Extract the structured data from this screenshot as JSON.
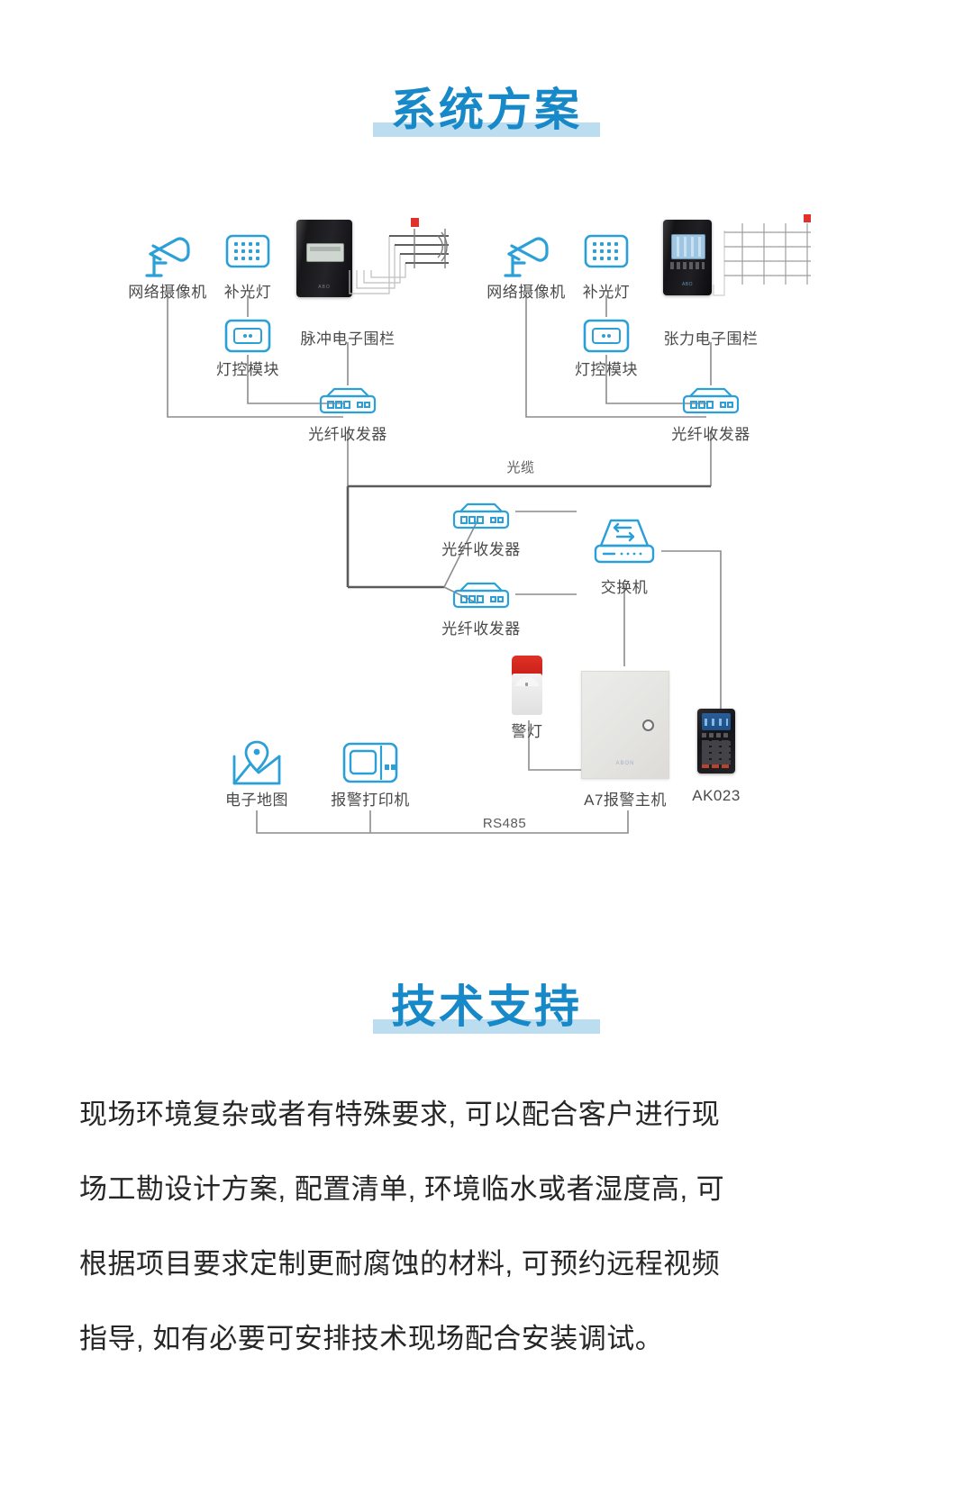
{
  "sections": {
    "system": {
      "title": "系统方案"
    },
    "support": {
      "title": "技术支持",
      "paragraph_lines": [
        "现场环境复杂或者有特殊要求, 可以配合客户进行现",
        "场工勘设计方案, 配置清单, 环境临水或者湿度高, 可",
        "根据项目要求定制更耐腐蚀的材料, 可预约远程视频",
        "指导, 如有必要可安排技术现场配合安装调试。"
      ]
    }
  },
  "diagram": {
    "left_group": {
      "camera": "网络摄像机",
      "fill_light": "补光灯",
      "light_control": "灯控模块",
      "fence": "脉冲电子围栏",
      "media_converter": "光纤收发器"
    },
    "right_group": {
      "camera": "网络摄像机",
      "fill_light": "补光灯",
      "light_control": "灯控模块",
      "fence": "张力电子围栏",
      "media_converter": "光纤收发器"
    },
    "trunk": {
      "optical_cable": "光缆",
      "media_converter_a": "光纤收发器",
      "media_converter_b": "光纤收发器",
      "switch": "交换机"
    },
    "control": {
      "emap": "电子地图",
      "alarm_printer": "报警打印机",
      "siren": "警灯",
      "alarm_host": "A7报警主机",
      "keypad": "AK023",
      "bus": "RS485"
    }
  },
  "colors": {
    "accent": "#1789c8",
    "accent_underline": "#bcdcf0",
    "icon_line": "#2a9fd8",
    "connector": "#8c8c8c",
    "trunk_line": "#5a5a5a",
    "text": "#4a4a4a"
  }
}
